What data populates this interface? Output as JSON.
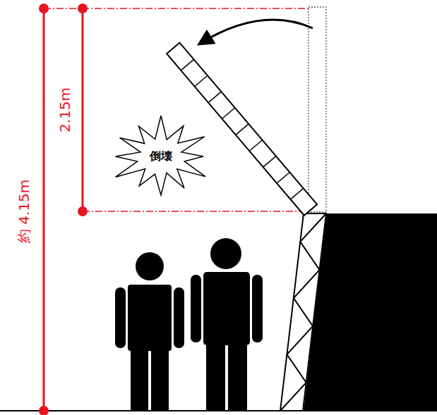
{
  "diagram": {
    "nodes": [
      {
        "text": [
          "倒壊"
        ]
      }
    ],
    "labels": [
      "約 4.15m",
      "2.15m"
    ]
  }
}
